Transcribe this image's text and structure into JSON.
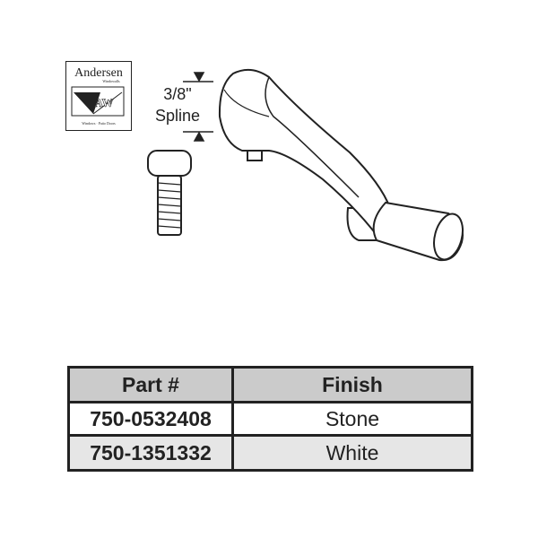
{
  "logo": {
    "brand": "Andersen",
    "subbrand": "Windowalls",
    "monogram": "AW",
    "tagline": "Windows · Patio Doors"
  },
  "dimension": {
    "size": "3/8\"",
    "label": "Spline"
  },
  "table": {
    "headers": [
      "Part #",
      "Finish"
    ],
    "rows": [
      {
        "part": "750-0532408",
        "finish": "Stone"
      },
      {
        "part": "750-1351332",
        "finish": "White"
      }
    ]
  }
}
